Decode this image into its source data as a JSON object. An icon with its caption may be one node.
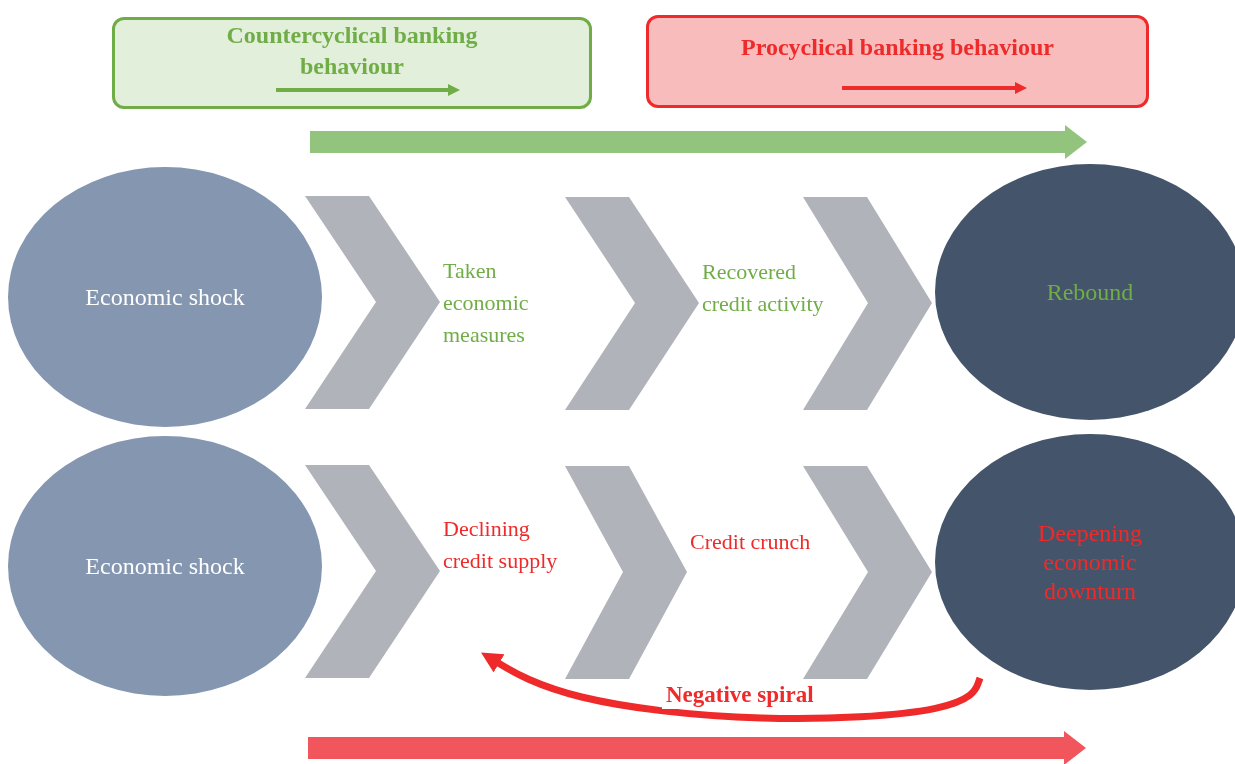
{
  "diagram": {
    "nodes": [
      {
        "text": [
          "Countercyclical banking behaviour"
        ]
      },
      {
        "text": [
          "Procyclical banking behaviour"
        ]
      },
      {
        "text": [
          "Economic shock"
        ]
      },
      {
        "text": [
          "Taken economic measures"
        ]
      },
      {
        "text": [
          "Recovered credit activity"
        ]
      },
      {
        "text": [
          "Rebound"
        ]
      },
      {
        "text": [
          "Economic shock"
        ]
      },
      {
        "text": [
          "Declining credit supply"
        ]
      },
      {
        "text": [
          "Credit crunch"
        ]
      },
      {
        "text": [
          "Deepening economic downturn"
        ]
      }
    ],
    "edges": [
      {
        "from": 2,
        "to": 3,
        "arrow": "to"
      },
      {
        "from": 3,
        "to": 4,
        "arrow": "to"
      },
      {
        "from": 4,
        "to": 5,
        "arrow": "to"
      },
      {
        "from": 6,
        "to": 7,
        "arrow": "to"
      },
      {
        "from": 7,
        "to": 8,
        "arrow": "to"
      },
      {
        "from": 8,
        "to": 9,
        "arrow": "to"
      },
      {
        "from": 9,
        "to": 7,
        "arrow": "to",
        "label": "Negative spiral",
        "color": "#ee2a2a"
      }
    ]
  }
}
